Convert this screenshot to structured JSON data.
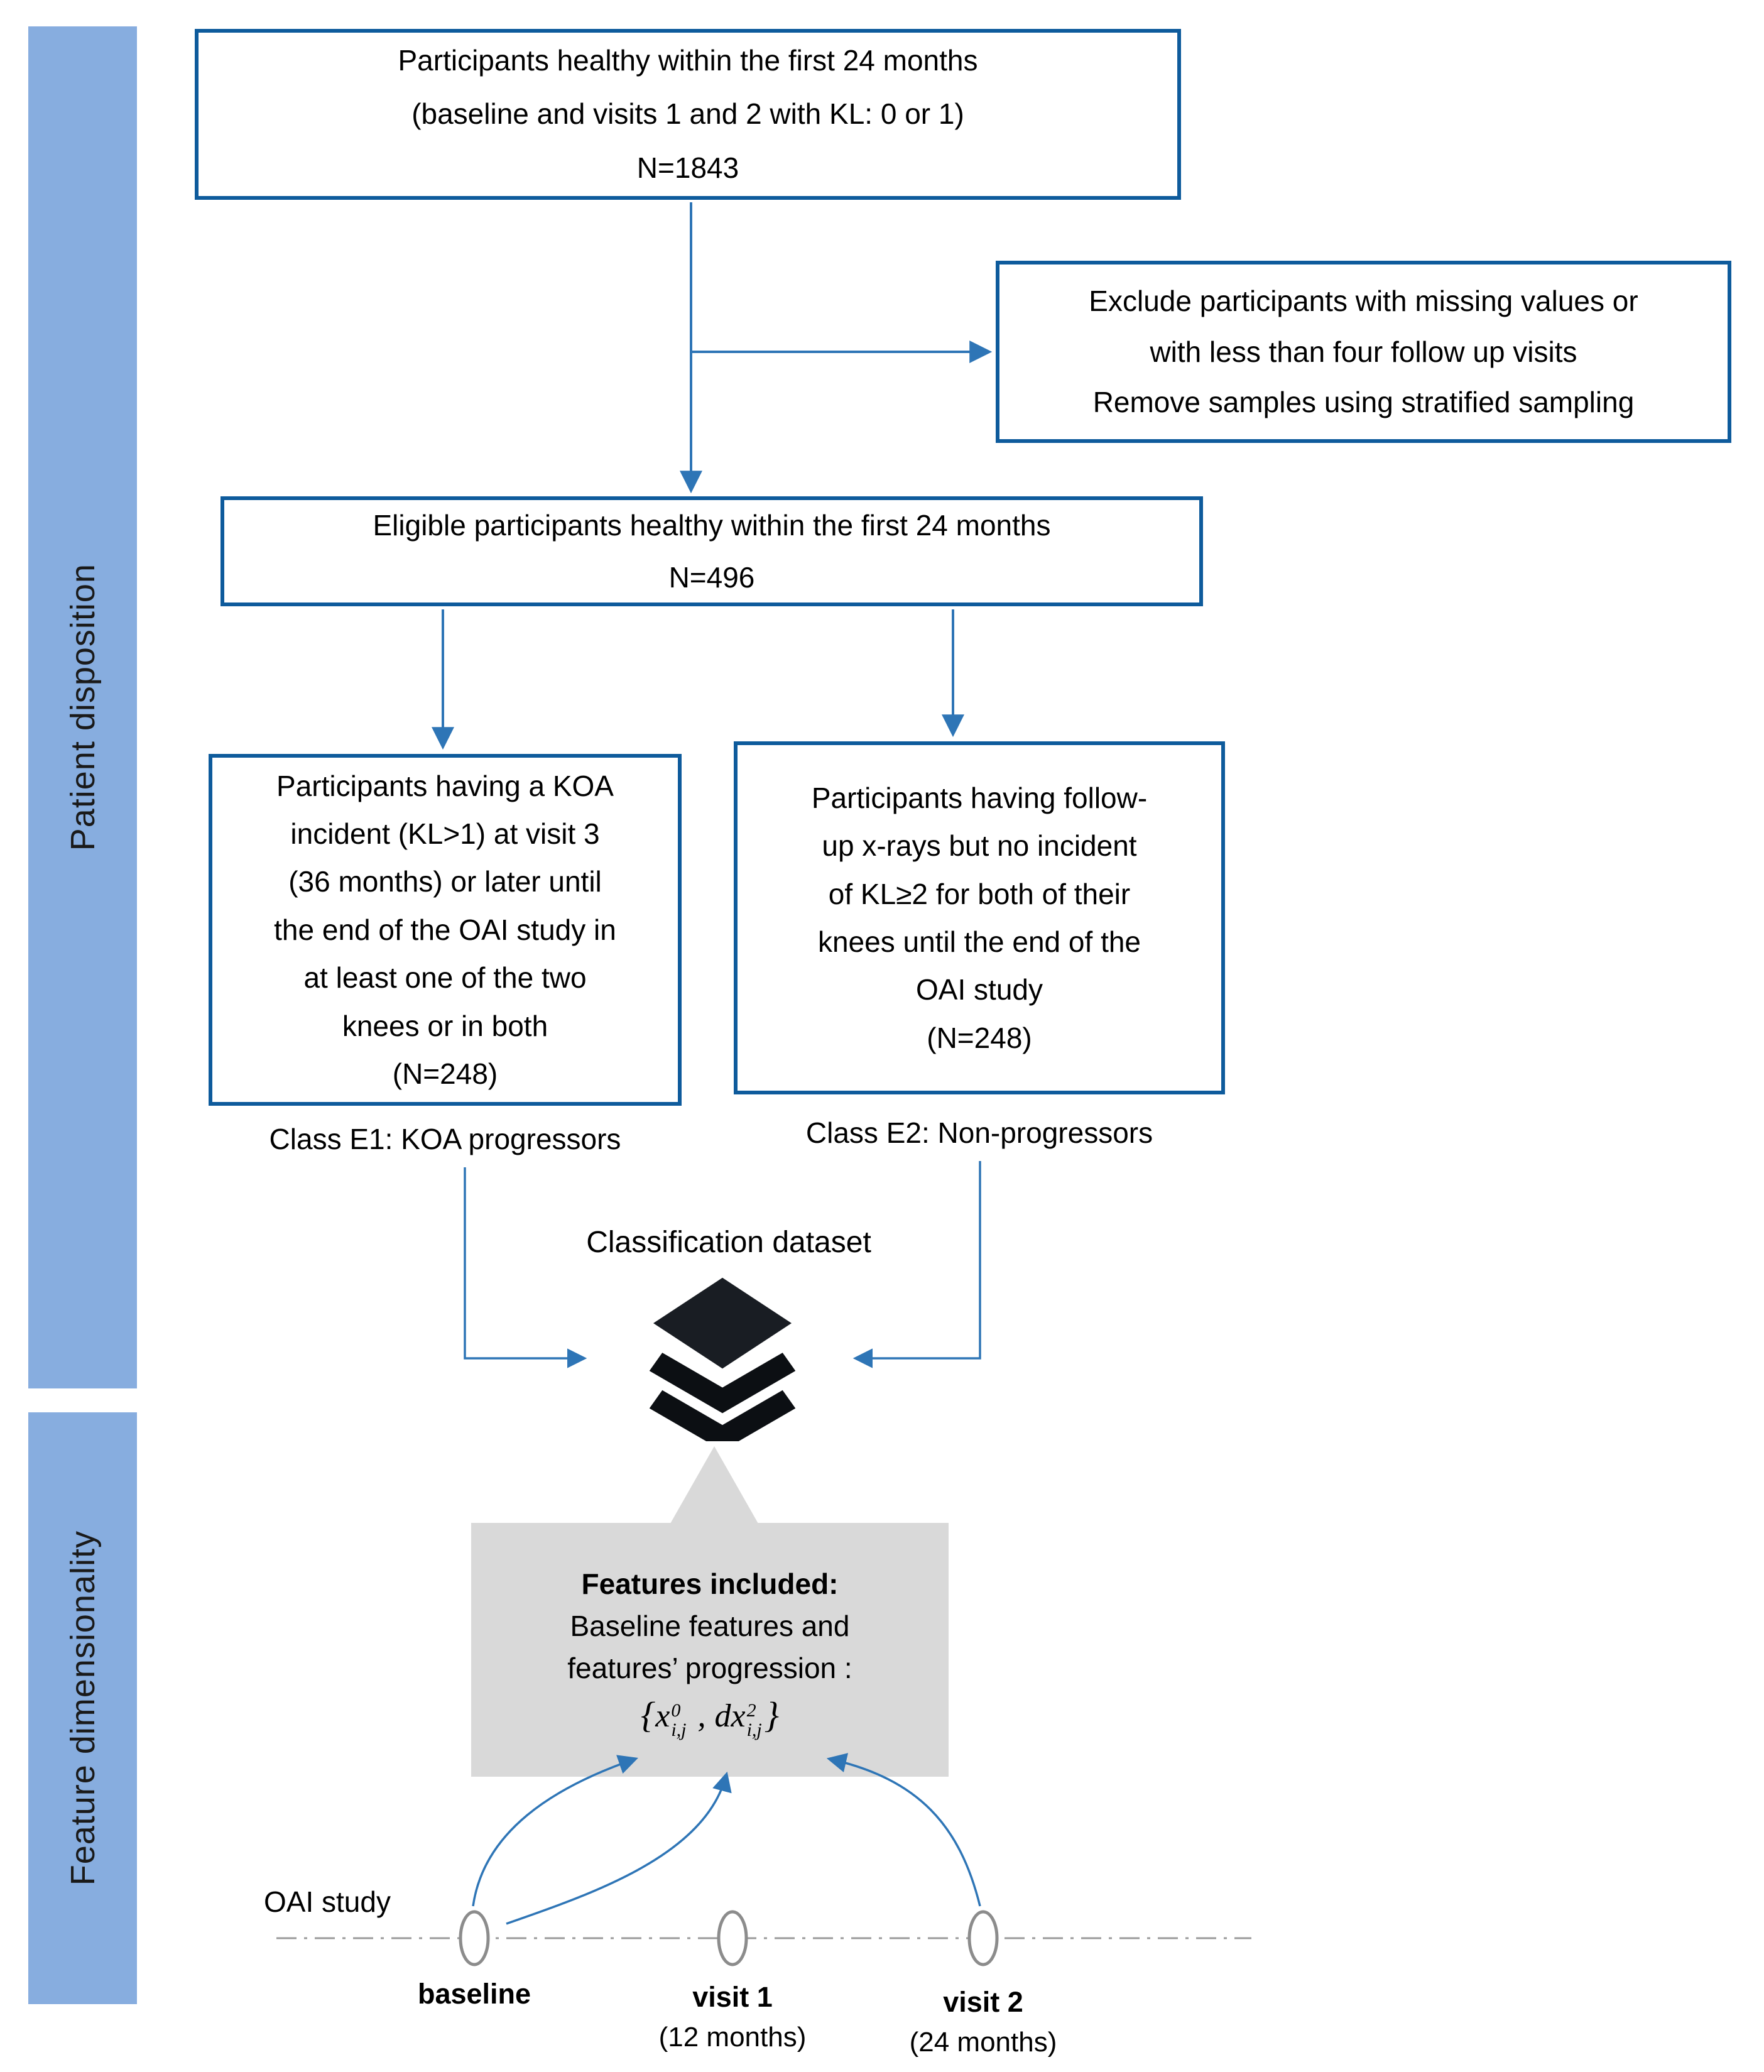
{
  "colors": {
    "sidebar_fill": "#87ADDF",
    "box_border": "#0E5B9C",
    "connector_blue": "#2E75B6",
    "callout_gray": "#D9D9D9",
    "icon_black": "#15191E",
    "timeline_line_gray": "#9A9A9A",
    "timeline_circle_gray": "#8C8C8C",
    "text": "#000000"
  },
  "sidebar": {
    "patient_disposition": "Patient disposition",
    "feature_dimensionality": "Feature dimensionality"
  },
  "flowchart": {
    "top_box": "Participants healthy within the first 24 months\n(baseline and visits 1 and 2 with KL: 0 or 1)\nN=1843",
    "exclude_box": "Exclude participants with missing values or\nwith less than four follow up visits\nRemove samples using stratified sampling",
    "eligible_box": "Eligible participants healthy within the first 24 months\nN=496",
    "progressors_box": "Participants having a KOA\nincident (KL>1) at visit 3\n(36 months) or later until\nthe end of the OAI study in\nat least one of the two\nknees or in both\n(N=248)",
    "nonprogressors_box": "Participants having follow-\nup x-rays but no incident\nof KL≥2 for both of their\nknees until the end of the\nOAI study\n(N=248)",
    "class_e1_label": "Class E1: KOA progressors",
    "class_e2_label": "Class E2: Non-progressors",
    "dataset_label": "Classification dataset"
  },
  "features_callout": {
    "title": "Features included:",
    "line1": "Baseline features and",
    "line2": "features’ progression :",
    "formula": {
      "open": "{",
      "x_base": "x",
      "x_sup": "0",
      "x_sub": "i,j",
      "comma": ",",
      "dx_base": "dx",
      "dx_sup": "2",
      "dx_sub": "i,j",
      "close": "}"
    }
  },
  "timeline": {
    "study_label": "OAI study",
    "points": [
      {
        "label": "baseline",
        "sublabel": ""
      },
      {
        "label": "visit 1",
        "sublabel": "(12 months)"
      },
      {
        "label": "visit 2",
        "sublabel": "(24 months)"
      }
    ]
  }
}
